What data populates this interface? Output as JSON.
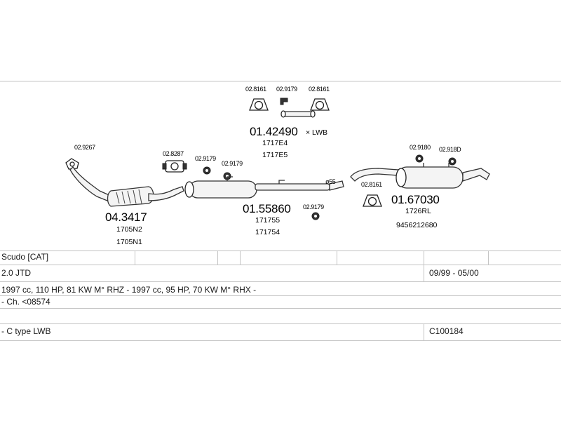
{
  "diagram": {
    "clamp_02_8161_a": "02.8161",
    "clamp_02_9179_a": "02.9179",
    "clamp_02_8161_b": "02.8161",
    "center_pipe_no": "01.42490",
    "center_pipe_suffix": "× LWB",
    "center_pipe_oe1": "1717E4",
    "center_pipe_oe2": "1717E5",
    "clamp_02_9267": "02.9267",
    "cat_no": "04.3417",
    "cat_oe1": "1705N2",
    "cat_oe2": "1705N1",
    "clamp_02_8287": "02.8287",
    "clamp_02_9179_b": "02.9179",
    "clamp_02_9179_c": "02.9179",
    "mid_no": "01.55860",
    "mid_oe1": "171755",
    "mid_oe2": "171754",
    "clamp_02_9179_d": "02.9179",
    "diameter_mark": "ø55",
    "clamp_02_8161_c": "02.8161",
    "clamp_02_9180": "02.9180",
    "clamp_02_9180b": "02.918D",
    "rear_no": "01.67030",
    "rear_oe1": "1726RL",
    "rear_oe2": "9456212680"
  },
  "table": {
    "model": "Scudo  [CAT]",
    "engine": "2.0 JTD",
    "period": "09/99 - 05/00",
    "spec": "1997 cc, 110 HP, 81 KW M° RHZ - 1997 cc, 95 HP, 70 KW M° RHX -",
    "chassis": "- Ch. <08574",
    "variant": "- C type LWB",
    "code": "C100184"
  }
}
